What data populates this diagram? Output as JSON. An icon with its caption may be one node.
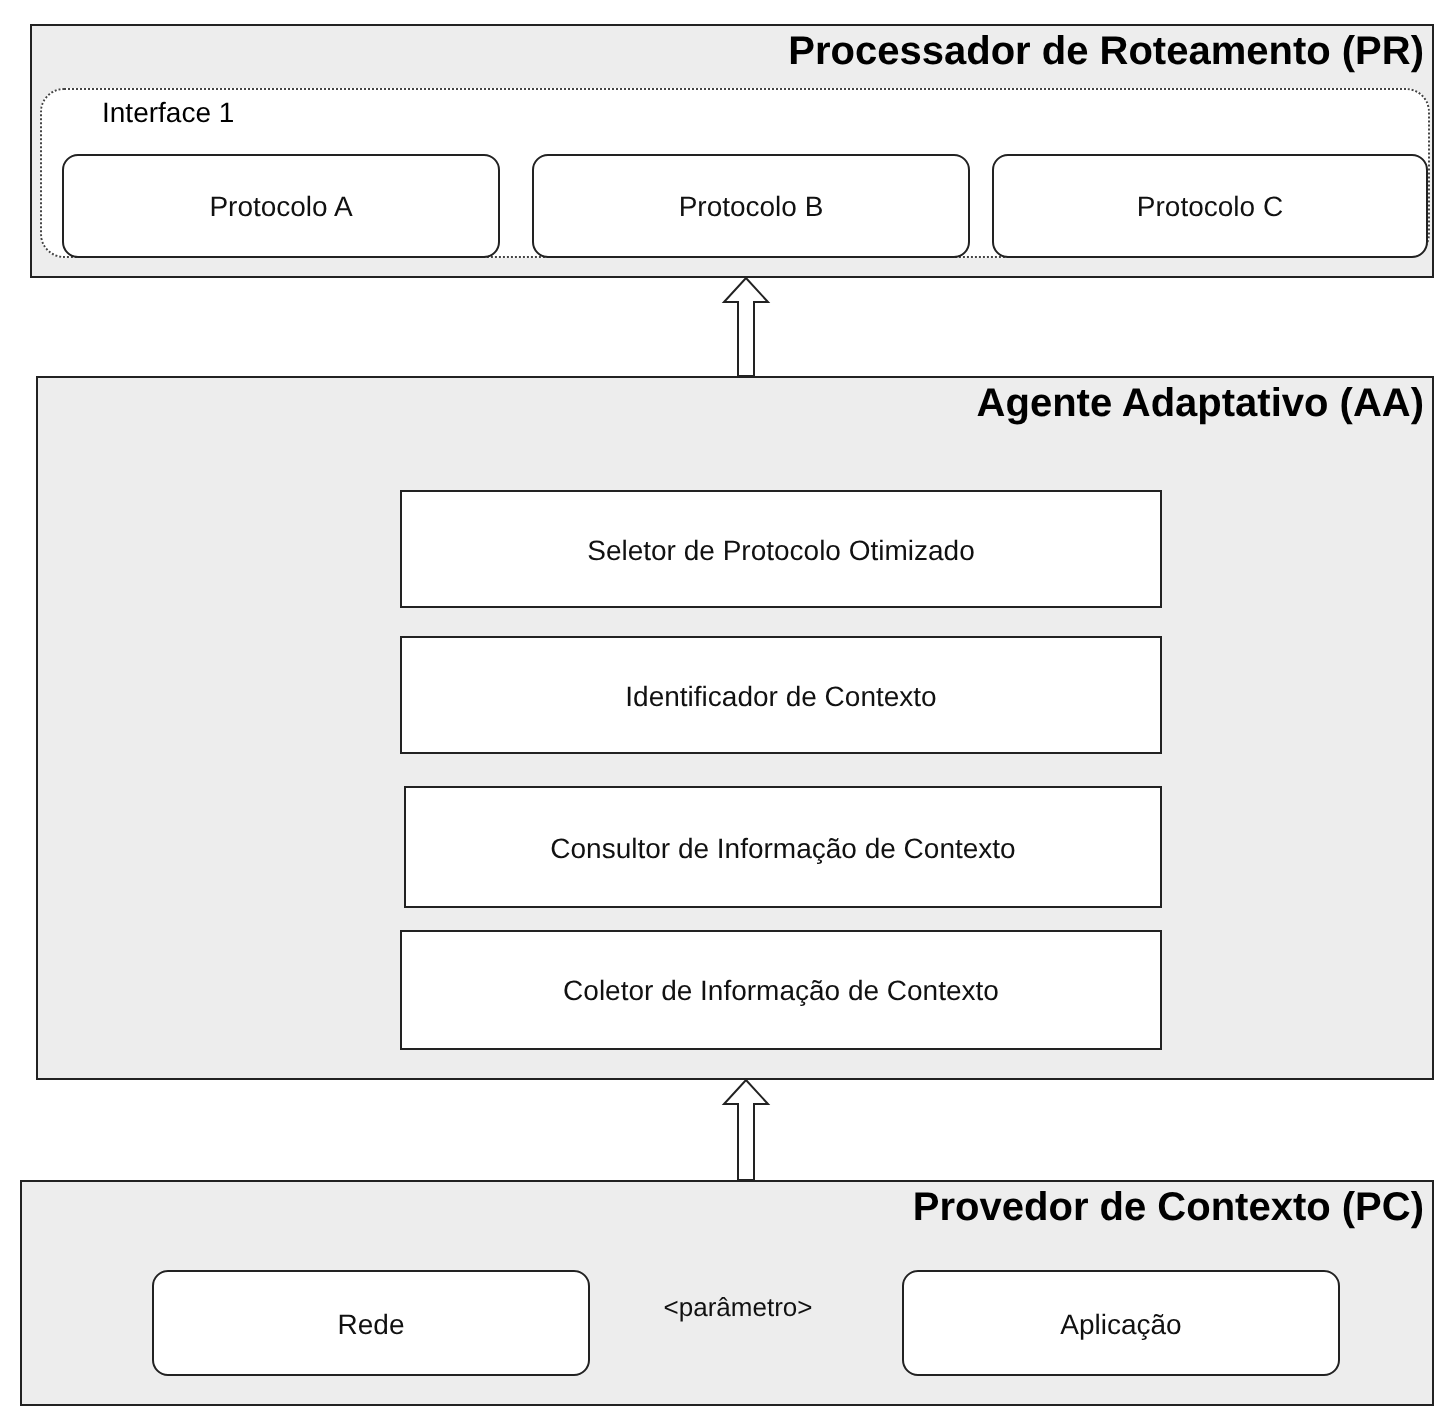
{
  "diagram": {
    "nodes": [
      {
        "text": [
          "Processador de Roteamento (PR)"
        ]
      },
      {
        "text": [
          "Interface 1"
        ],
        "in": 0
      },
      {
        "text": [
          "Protocolo A"
        ],
        "in": 1
      },
      {
        "text": [
          "Protocolo B"
        ],
        "in": 1
      },
      {
        "text": [
          "Protocolo C"
        ],
        "in": 1
      },
      {
        "text": [
          "Agente Adaptativo (AA)"
        ]
      },
      {
        "text": [
          "Seletor de Protocolo Otimizado"
        ],
        "in": 5
      },
      {
        "text": [
          "Identificador de Contexto"
        ],
        "in": 5
      },
      {
        "text": [
          "Consultor de Informação de Contexto"
        ],
        "in": 5
      },
      {
        "text": [
          "Coletor de Informação de Contexto"
        ],
        "in": 5
      },
      {
        "text": [
          "Provedor de Contexto (PC)"
        ]
      },
      {
        "text": [
          "Rede"
        ],
        "in": 10
      },
      {
        "text": [
          "Aplicação"
        ],
        "in": 10
      }
    ],
    "edges": [
      {
        "from": 5,
        "to": 0,
        "arrow": "to"
      },
      {
        "from": 10,
        "to": 5,
        "arrow": "to"
      }
    ],
    "labels": [
      "<parâmetro>"
    ]
  }
}
